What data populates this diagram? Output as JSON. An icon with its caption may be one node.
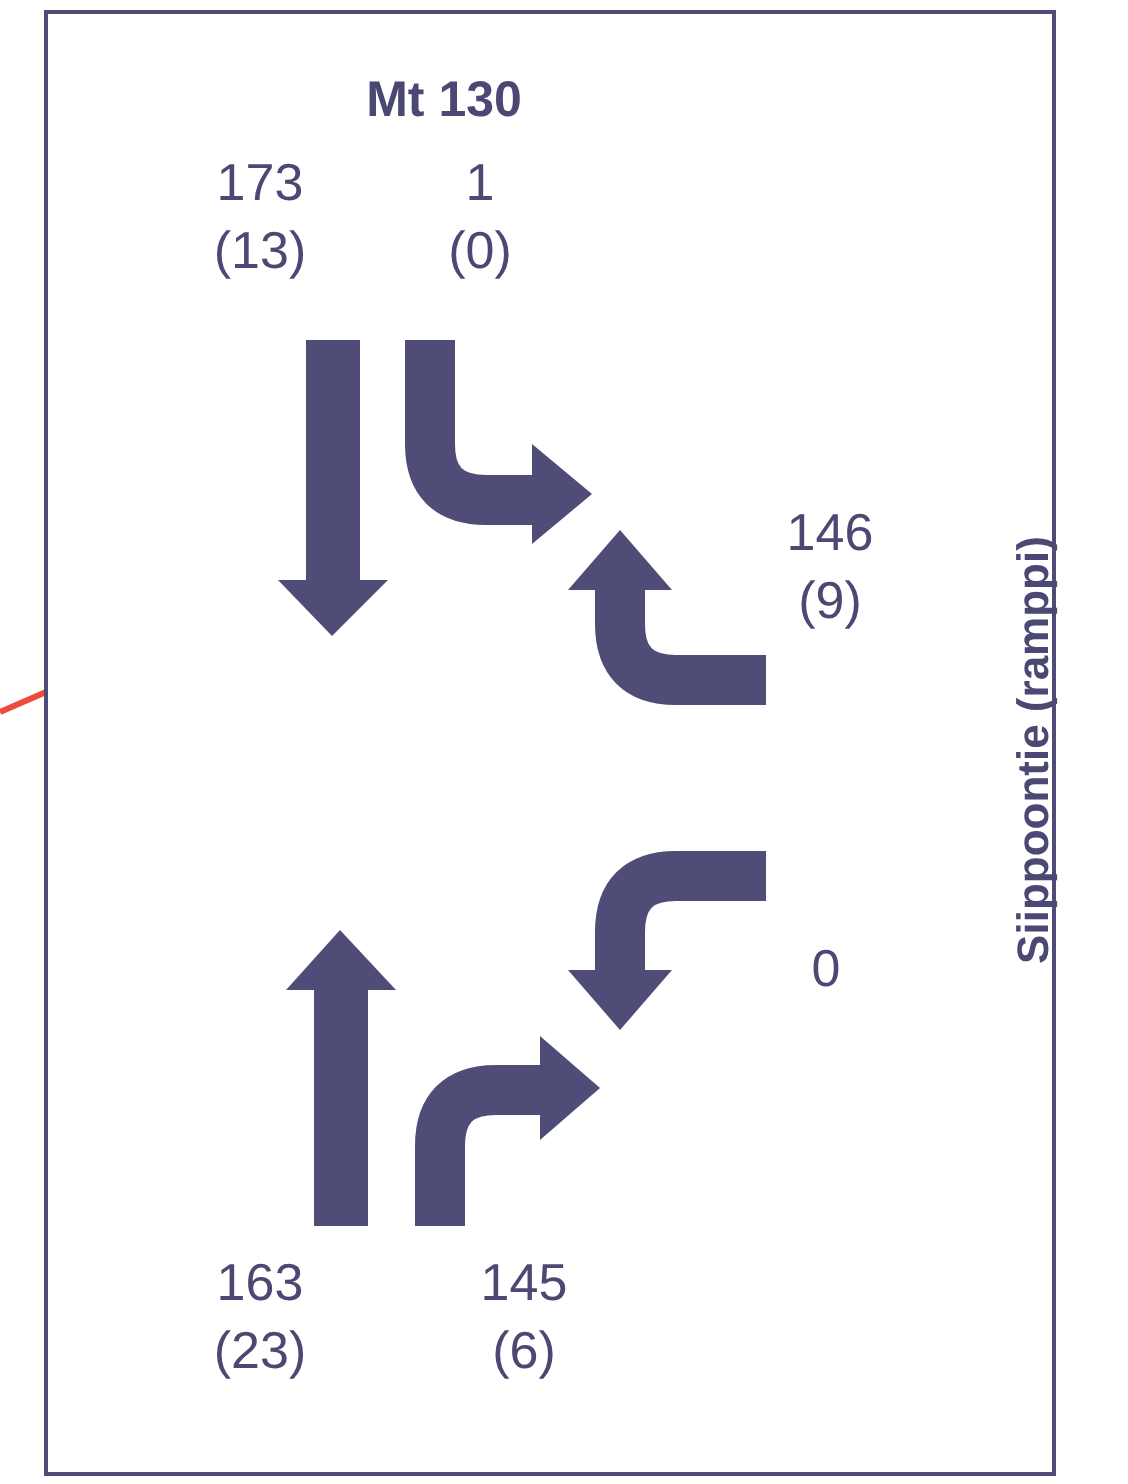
{
  "diagram": {
    "title": "Mt 130",
    "labels": [
      "173 (13)",
      "1 (0)",
      "146 (9)",
      "0",
      "163 (23)",
      "145 (6)",
      "Siippoontie (ramppi)"
    ]
  }
}
